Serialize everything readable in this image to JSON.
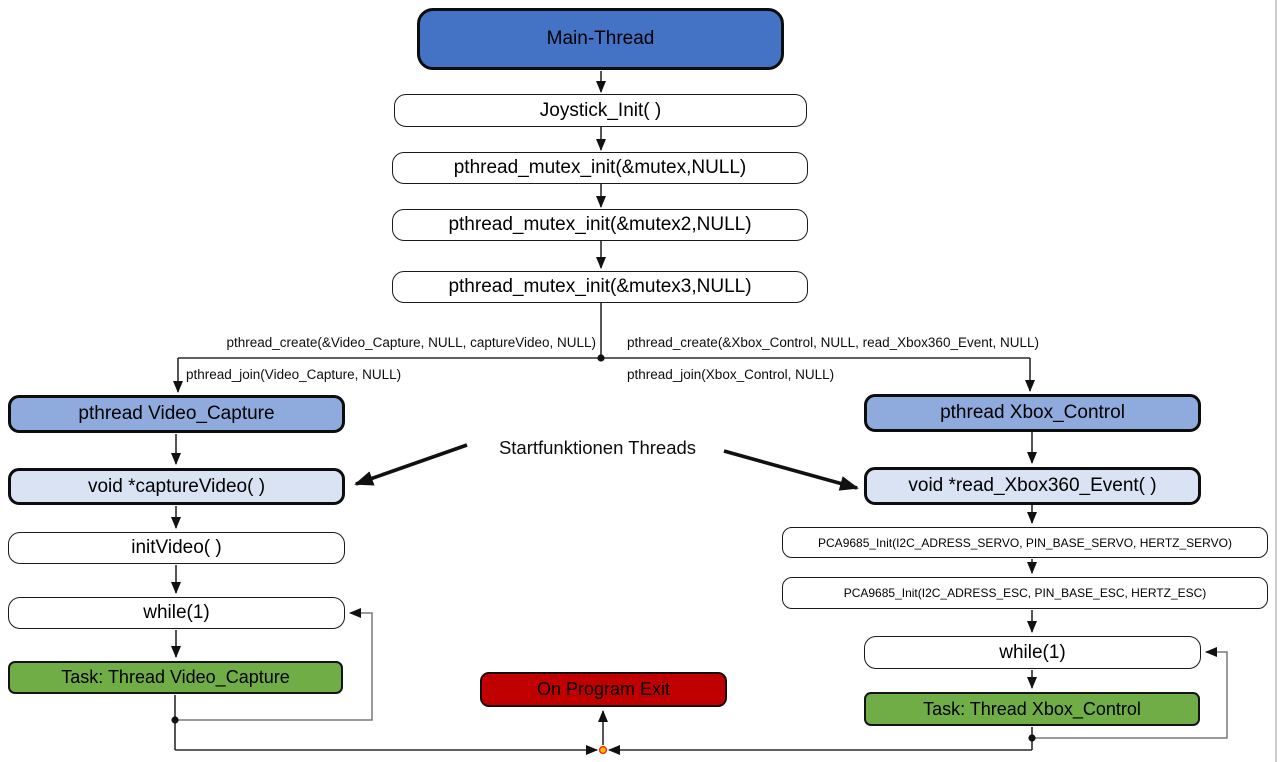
{
  "colors": {
    "main_thread_fill": "#4472C4",
    "thread_fill": "#8FAADC",
    "start_function_fill": "#DAE3F3",
    "task_fill": "#70AD47",
    "exit_fill": "#C00000",
    "junction_fill": "#FFC000",
    "junction_stroke": "#FF2400"
  },
  "nodes": {
    "main_thread": "Main-Thread",
    "joystick_init": "Joystick_Init( )",
    "mutex_init_1": "pthread_mutex_init(&mutex,NULL)",
    "mutex_init_2": "pthread_mutex_init(&mutex2,NULL)",
    "mutex_init_3": "pthread_mutex_init(&mutex3,NULL)",
    "pthread_video_capture": "pthread Video_Capture",
    "capture_video": "void *captureVideo( )",
    "init_video": "initVideo( )",
    "while_video": "while(1)",
    "task_video": "Task: Thread Video_Capture",
    "pthread_xbox_control": "pthread Xbox_Control",
    "read_xbox360_event": "void *read_Xbox360_Event( )",
    "pca_init_servo": "PCA9685_Init(I2C_ADRESS_SERVO, PIN_BASE_SERVO, HERTZ_SERVO)",
    "pca_init_esc": "PCA9685_Init(I2C_ADRESS_ESC, PIN_BASE_ESC, HERTZ_ESC)",
    "while_xbox": "while(1)",
    "task_xbox": "Task: Thread Xbox_Control",
    "on_program_exit": "On Program Exit"
  },
  "edge_labels": {
    "create_video": "pthread_create(&Video_Capture, NULL, captureVideo, NULL)",
    "join_video": "pthread_join(Video_Capture, NULL)",
    "create_xbox": "pthread_create(&Xbox_Control, NULL, read_Xbox360_Event, NULL)",
    "join_xbox": "pthread_join(Xbox_Control, NULL)",
    "start_functions": "Startfunktionen Threads"
  }
}
